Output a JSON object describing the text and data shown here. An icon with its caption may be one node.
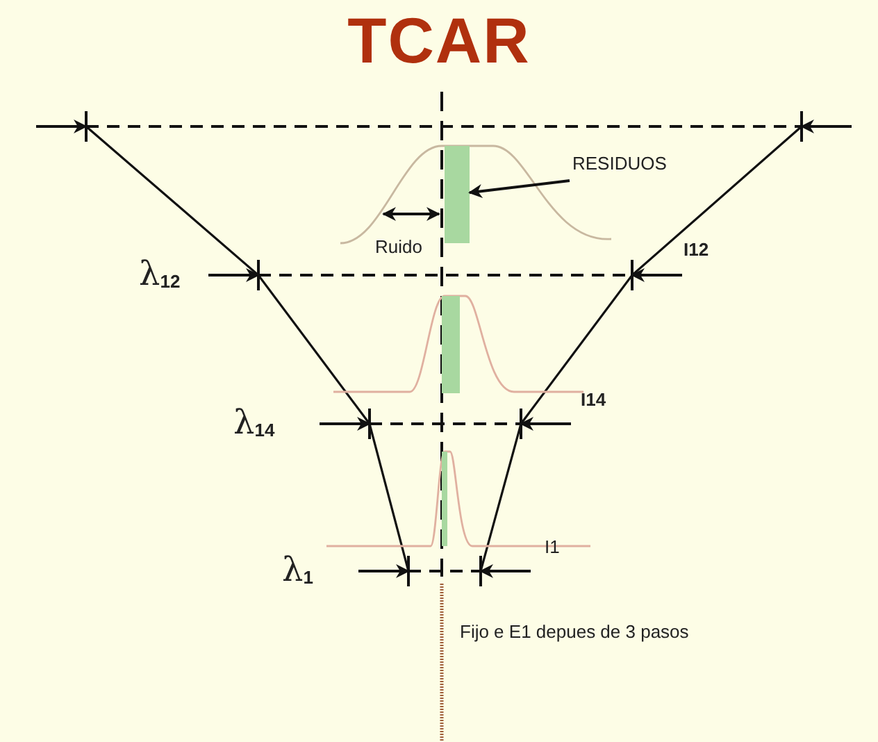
{
  "diagram": {
    "title": "TCAR",
    "nodes": [
      {
        "text": [
          "RESIDUOS"
        ]
      },
      {
        "text": [],
        "shape": "bar"
      }
    ],
    "edges": [
      {
        "from": 0,
        "to": 1,
        "arrow": "to"
      }
    ],
    "labels": [
      "Ruido",
      "I12",
      "λ$_{12}$",
      "I14",
      "λ$_{14}$",
      "I1",
      "λ$_{1}$",
      "Fijo e E1 depues de 3 pasos"
    ]
  }
}
